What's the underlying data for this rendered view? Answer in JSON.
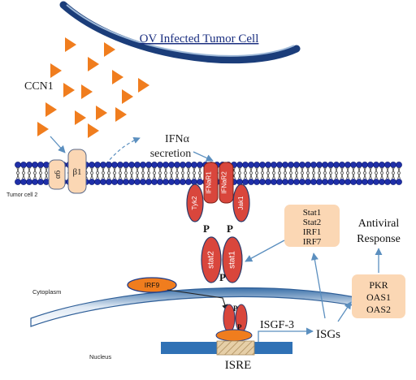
{
  "header": {
    "title": "OV Infected Tumor Cell"
  },
  "ligand": {
    "label": "CCN1"
  },
  "secretion": {
    "line1": "IFNα",
    "line2": "secretion"
  },
  "membrane": {
    "label": "Tumor cell 2"
  },
  "integrins": {
    "alpha": "α6",
    "beta": "β1"
  },
  "receptors": {
    "r1": "IFNaR1",
    "r2": "IFNaR2"
  },
  "kinases": {
    "tyk2": "Tyk2",
    "jak1": "Jak1"
  },
  "stats": {
    "stat2": "stat2",
    "stat1": "stat1"
  },
  "phospho": {
    "symbol": "P"
  },
  "irf9": {
    "label": "IRF9"
  },
  "compartments": {
    "cytoplasm": "Cytoplasm",
    "nucleus": "Nucleus"
  },
  "complex": {
    "label": "ISGF-3"
  },
  "dna": {
    "element": "ISRE"
  },
  "isgs": {
    "label": "ISGs"
  },
  "stat_box": {
    "items": [
      "Stat1",
      "Stat2",
      "IRF1",
      "IRF7"
    ]
  },
  "antiviral": {
    "line1": "Antiviral",
    "line2": "Response"
  },
  "pkr_box": {
    "items": [
      "PKR",
      "OAS1",
      "OAS2"
    ]
  },
  "colors": {
    "membrane_blue": "#1f2fa8",
    "membrane_dark": "#0c1a6e",
    "receptor_red": "#d9463c",
    "orange": "#f07d1e",
    "beige": "#fbd7b4",
    "arrow_blue": "#5b8fbf",
    "nuclear_blue": "#2f71b5"
  }
}
